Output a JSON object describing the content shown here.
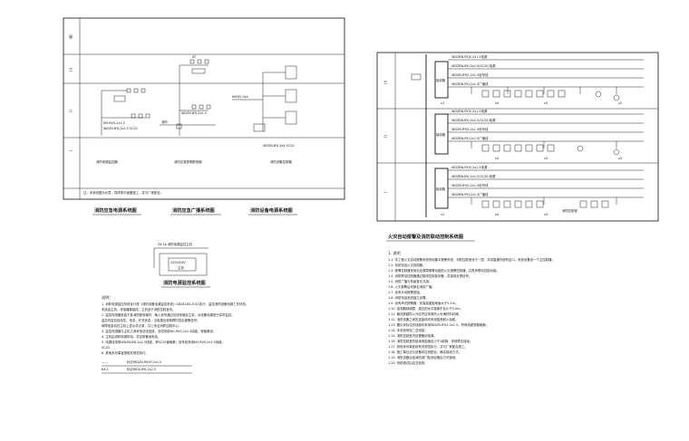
{
  "left_diagram": {
    "row_labels": [
      "屋",
      "三",
      "二",
      "一"
    ],
    "row1": {
      "panel_label": "AT",
      "note": "WDZN-BYJ-2x2.5"
    },
    "row2": {
      "cable_a": "NH-RVS-2x1.5",
      "cable_b": "WDZN-BYJ-2x2.5 SC20",
      "device_label": "消防",
      "riser_a": "NHYJV-3x4",
      "riser_b": "WDZN-BYJ-3x4 SC20"
    },
    "row3_captions": [
      "消防电源监控器",
      "消防应急照明配电箱",
      "消防设备控制箱"
    ],
    "footnote": "注：本系统图为示意，具体按平面图施工，并与厂家配合。"
  },
  "left_titles": [
    "消防应急电源系统图",
    "消防应急广播系统图",
    "消防设备电源系统图"
  ],
  "monitor_box": {
    "top_label": "DY-1A 消防电源监控主机",
    "inner_label_1": "220V/24V",
    "inner_label_2": "主机",
    "title": "消防电源监控系统图"
  },
  "left_notes": {
    "heading": "说明：",
    "lines": [
      "1. 消防电源监控系统设计按《消防设备电源监控系统》GB28184-2011执行，监控消防设备电源工作状态。",
      "系统由主机、传感器等组成，主机设于消防控制室内。",
      "2. 监控传感器安装于各消防配电箱内，输入信号通过总线传输至主机，对设备电源进行实时监控。",
      "监控内容包括电压、电流、开关状态，当电源出现故障时发出报警信号。",
      "故障信息将在主机上显示并记录，并上传至消防控制中心。",
      "3. 监控传感器与主机之间采用总线连接，总线采用NH-RVS-2x1.5线缆，穿管敷设。",
      "4. 主机由消防电源供电，并自带备用电池。",
      "5. 电源线采用WDZN-BYJ-2x2.5线缆，穿SC20管暗敷；信号线采用NH-RVS-2x1.5线缆。",
      "SC20.",
      "6. 其他未尽事宜按相关规范执行。"
    ],
    "legend_1_symbol": "——",
    "legend_1_label": "标记WDZN-RVSP-2x1.0",
    "legend_2_symbol": "BX-1",
    "legend_2_label": "标记WDZ-BYJ-2x2.5"
  },
  "right_diagram": {
    "floors": [
      {
        "floor_label": "三",
        "box_label": "接线箱",
        "cables": [
          "WDZBN-RYJS-2x1.5电源",
          "WDZBN-BYJ-2x2.5(SC20)电源",
          "WDZN-RYJS-2x1.5信号线",
          "WDZBN-RYJ-2x1.5广播线"
        ]
      },
      {
        "floor_label": "二",
        "box_label": "接线箱",
        "cables": [
          "WDZBN-RYJS-2x1.5电源",
          "WDZBN-BYJ-2x2.5(SC20)电源",
          "WDZN-RYJS-2x1.5信号线",
          "WDZBN-RYJ-2x1.5广播线"
        ]
      },
      {
        "floor_label": "一",
        "box_label": "接线箱",
        "cables": [
          "WDZBN-RYJS-2x1.5电源",
          "WDZBN-BYJ-2x2.5(SC20)电源",
          "WDZN-RYJS-2x1.5信号线",
          "WDZBN-RYJ-2x1.5广播线"
        ],
        "extra_label": "消防控制室"
      }
    ],
    "device_codes": [
      "x4",
      "x3",
      "x2",
      "x1"
    ]
  },
  "right_title": "火灾自动报警及消防联动控制系统图",
  "right_notes": {
    "heading": "1. 说明",
    "lines": [
      "1.1. 本工程火灾自动报警系统采用集中报警系统，消防控制室设于一层，并设直通外部的出口。系统设备设一个主控制器。",
      "1.2. 系统包括火灾探测器。",
      "1.3. 报警控制器采用包含故障报警功能的火灾报警控制器，并具有联动控制功能。",
      "1.4. 消防联动控制器通过模块控制各设备，并接收反馈信号。",
      "1.5. 消防广播与背景音乐共用。",
      "1.6. 火灾报警后切换至消防广播。",
      "1.7. 设有手动报警按钮。",
      "1.8. 消防电话系统独立设置。",
      "1.9. 设有声光报警器，安装高度距地面大于2.2m。",
      "1.10. 探测器到墙壁、梁边的水平距离不应小于0.5m。",
      "1.11. 管线穿越防火分区时应采用防火封堵材料封堵。",
      "1.12. 消防设备之间的连接线均采用阻燃耐火电缆。",
      "1.13. 图中未标注的线缆均采用WDZN-RYJS-2x1.5。所有线缆穿管暗敷。",
      "1.14. 本系统采用二总线制。",
      "1.15. 消防控制室内设置备用电源。",
      "1.16. 消防控制室的接地电阻值应小于1欧姆，采用联合接地。",
      "1.17. 其他未尽事宜按有关规范执行，并与厂家配合施工。",
      "1.18. 施工单位应与设备供应商配合，确定接线方式。",
      "1.19. 消防设备应经消防部门检测合格后方可使用。",
      "1.20. 系统调试后应交验收。"
    ]
  }
}
